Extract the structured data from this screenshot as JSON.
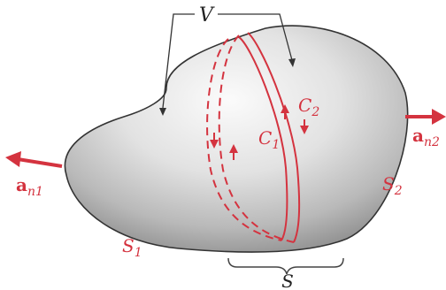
{
  "diagram": {
    "labels": {
      "volume": "V",
      "surface": "S",
      "surface1": "S",
      "surface1_sub": "1",
      "surface2": "S",
      "surface2_sub": "2",
      "contour1": "C",
      "contour1_sub": "1",
      "contour2": "C",
      "contour2_sub": "2",
      "normal1": "a",
      "normal1_sub": "n1",
      "normal2": "a",
      "normal2_sub": "n2"
    },
    "colors": {
      "accent": "#d4333f",
      "outline": "#333333",
      "body_light": "#f4f4f4",
      "body_dark": "#9a9a9a"
    }
  }
}
